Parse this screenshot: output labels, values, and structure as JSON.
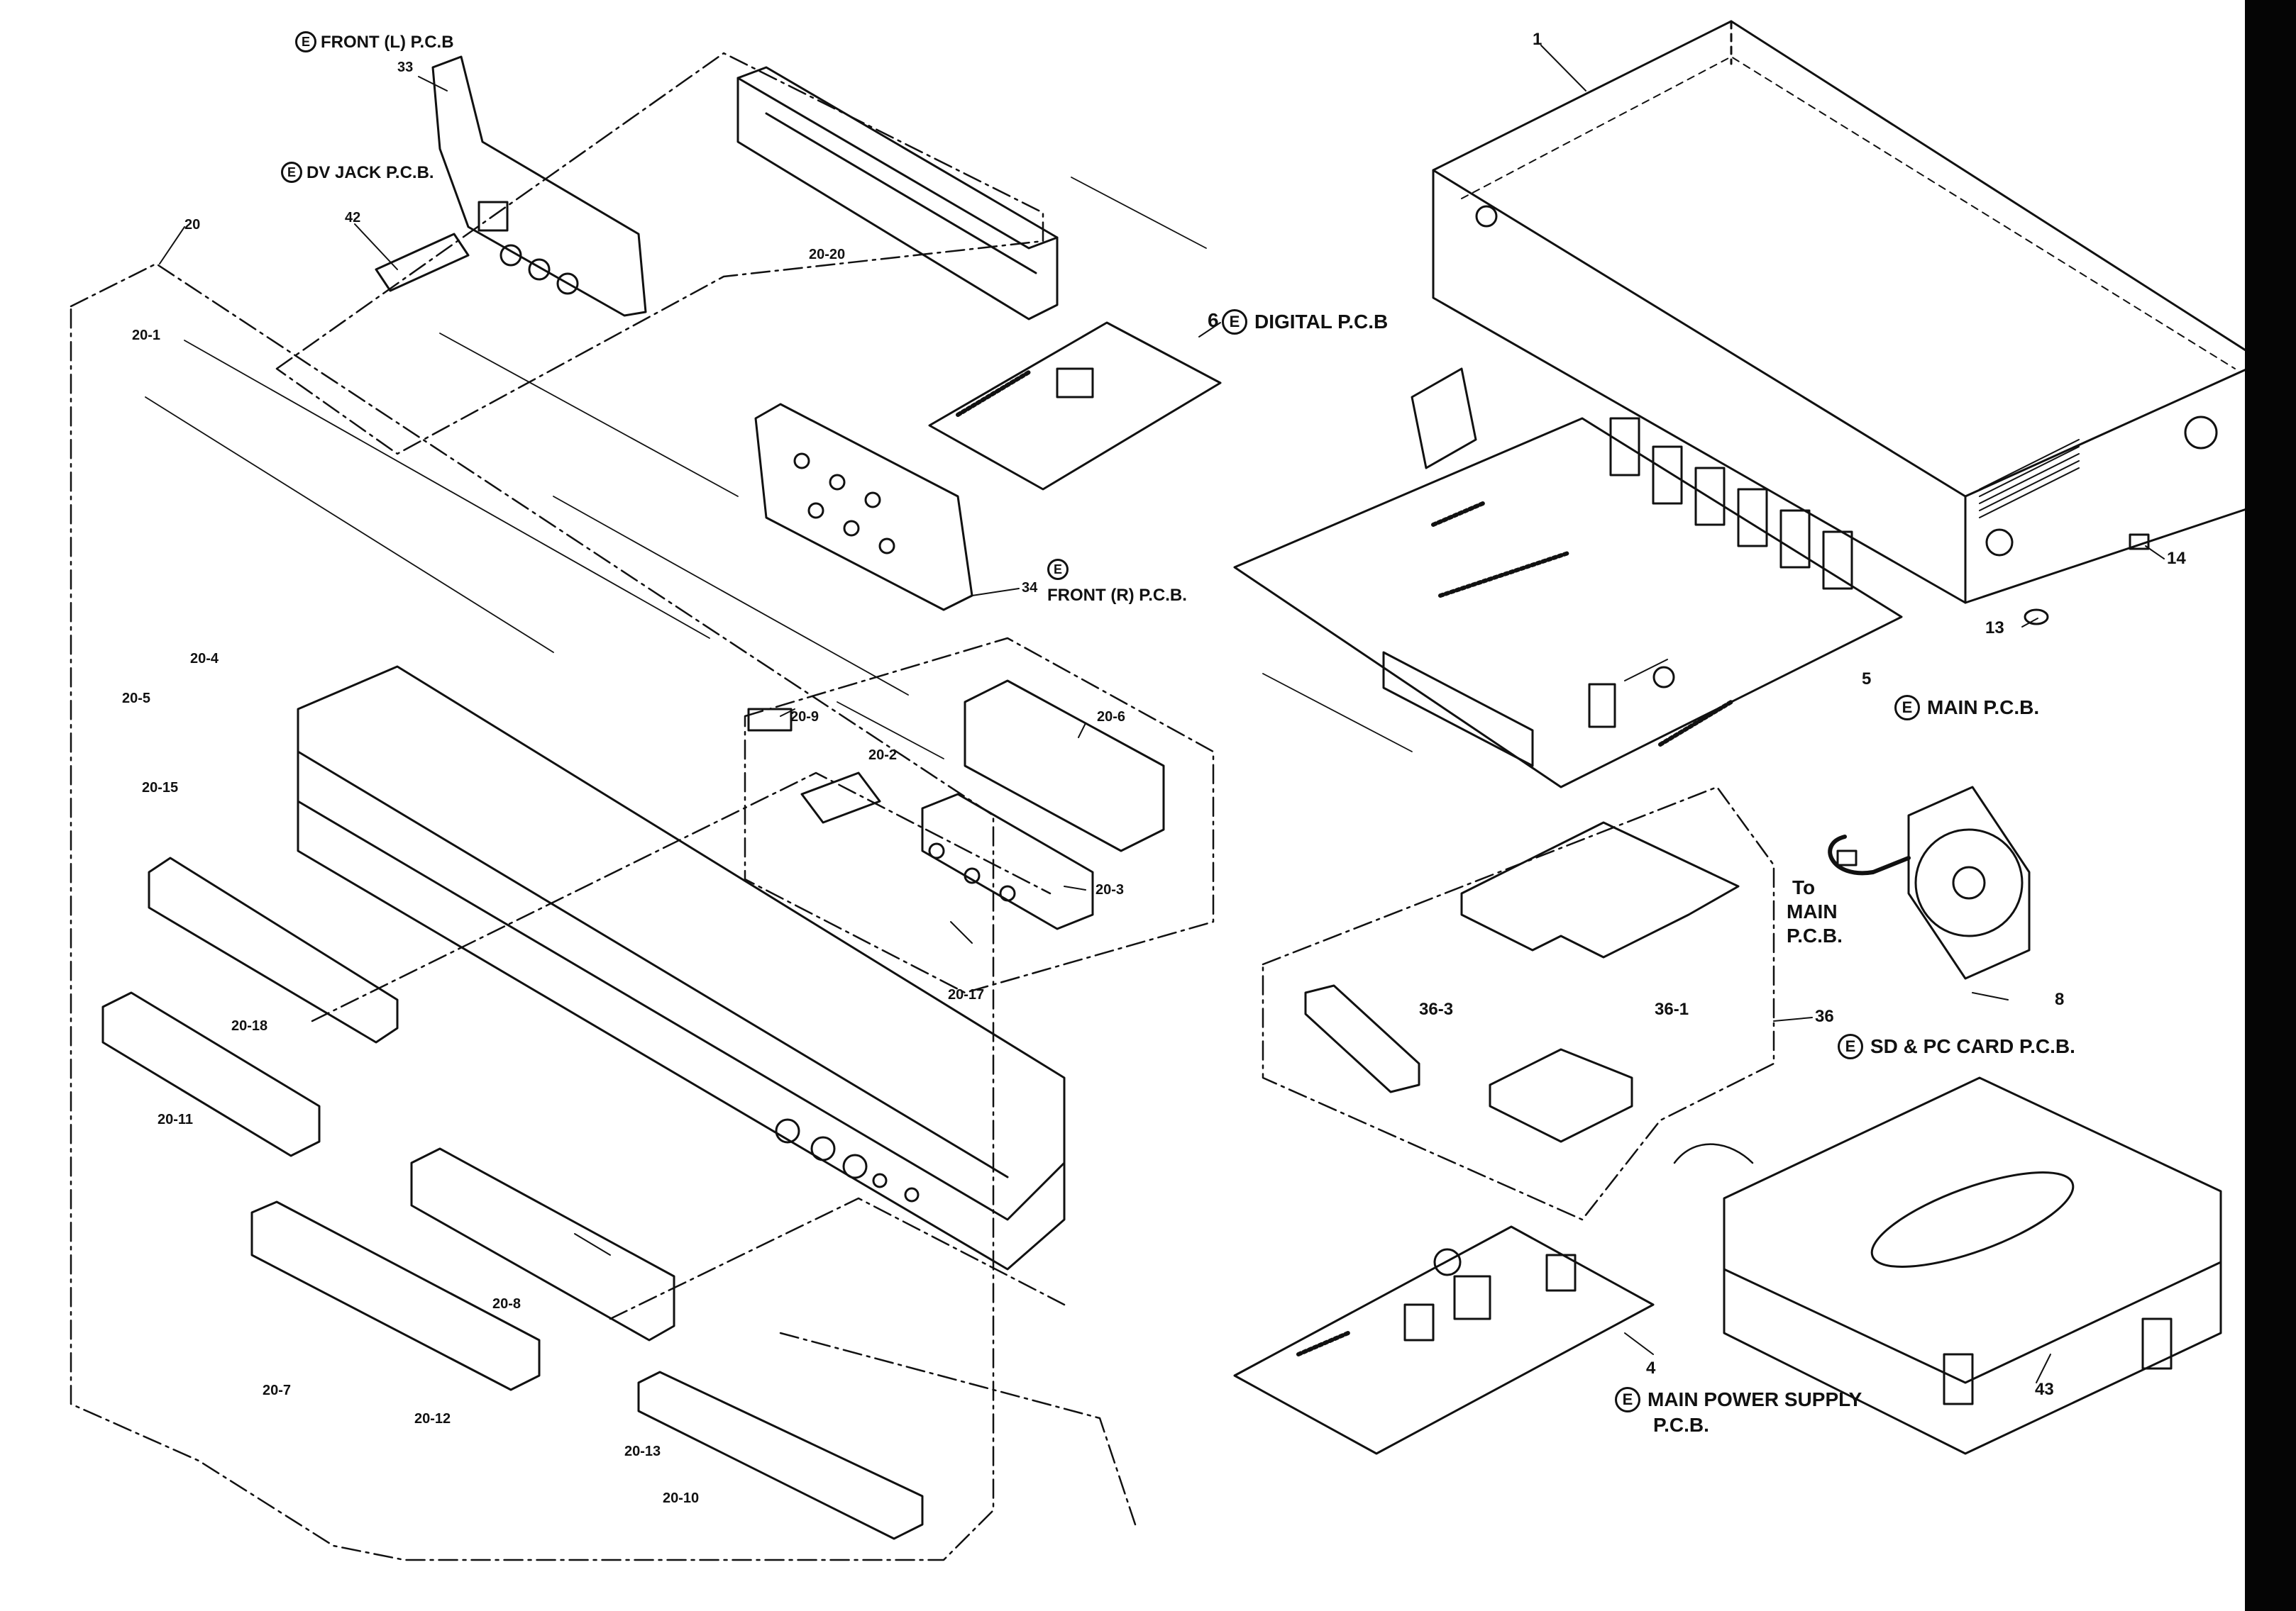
{
  "labels": {
    "front_l_pcb": "FRONT (L) P.C.B",
    "dv_jack_pcb": "DV JACK P.C.B.",
    "digital_pcb": "DIGITAL P.C.B",
    "front_r_pcb": "FRONT (R) P.C.B.",
    "main_pcb": "MAIN P.C.B.",
    "sd_pc_card_pcb": "SD & PC CARD P.C.B.",
    "main_power_supply": "MAIN POWER SUPPLY",
    "main_power_supply_pcb": "P.C.B.",
    "to_main_1": "To",
    "to_main_2": "MAIN",
    "to_main_3": "P.C.B.",
    "badge_letter": "E"
  },
  "callouts": {
    "p1": "1",
    "p4": "4",
    "p5": "5",
    "p6": "6",
    "p8": "8",
    "p13": "13",
    "p14": "14",
    "p20": "20",
    "p33": "33",
    "p34": "34",
    "p36": "36",
    "p36_1": "36-1",
    "p36_3": "36-3",
    "p42": "42",
    "p43": "43",
    "p20_1": "20-1",
    "p20_2": "20-2",
    "p20_3": "20-3",
    "p20_4": "20-4",
    "p20_5": "20-5",
    "p20_6": "20-6",
    "p20_7": "20-7",
    "p20_8": "20-8",
    "p20_9": "20-9",
    "p20_10": "20-10",
    "p20_11": "20-11",
    "p20_12": "20-12",
    "p20_13": "20-13",
    "p20_15": "20-15",
    "p20_17": "20-17",
    "p20_18": "20-18",
    "p20_20": "20-20"
  },
  "colors": {
    "ink": "#111111",
    "paper": "#ffffff",
    "edge": "#050505"
  }
}
